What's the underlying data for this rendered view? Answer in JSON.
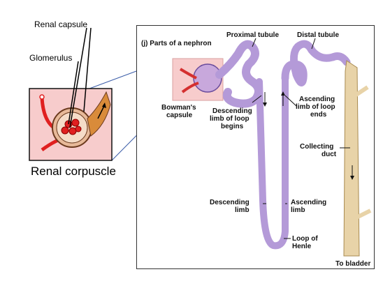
{
  "side_labels": {
    "renal_capsule": "Renal capsule",
    "glomerulus": "Glomerulus",
    "renal_corpuscle": "Renal corpuscle"
  },
  "panel": {
    "title": "(j) Parts of a nephron",
    "labels": {
      "proximal_tubule": "Proximal tubule",
      "distal_tubule": "Distal tubule",
      "bowmans_capsule_l1": "Bowman's",
      "bowmans_capsule_l2": "capsule",
      "descending_begins_l1": "Descending",
      "descending_begins_l2": "limb of loop",
      "descending_begins_l3": "begins",
      "ascending_ends_l1": "Ascending",
      "ascending_ends_l2": "limb of loop",
      "ascending_ends_l3": "ends",
      "collecting_l1": "Collecting",
      "collecting_l2": "duct",
      "descending_limb_l1": "Descending",
      "descending_limb_l2": "limb",
      "ascending_limb_l1": "Ascending",
      "ascending_limb_l2": "limb",
      "loop_henle_l1": "Loop of",
      "loop_henle_l2": "Henle",
      "to_bladder": "To bladder"
    }
  },
  "colors": {
    "tubule_purple": "#b49ad8",
    "tubule_dark": "#6a4c9c",
    "collecting_tan": "#e8d3a8",
    "inset_pink": "#f7cccc",
    "blood_red": "#e02020"
  }
}
